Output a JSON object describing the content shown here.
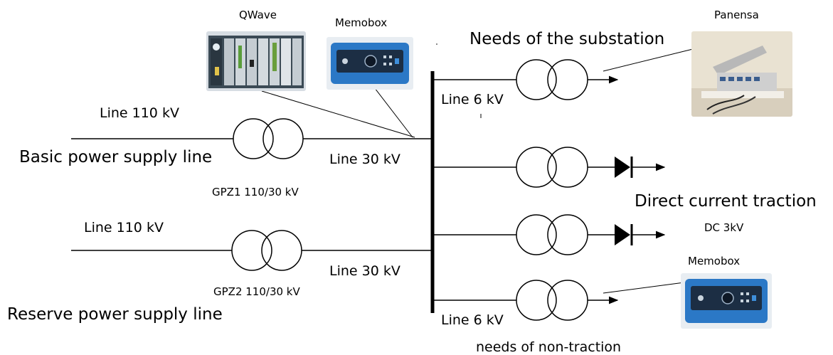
{
  "labels": {
    "qwave": "QWave",
    "memobox_top": "Memobox",
    "needs_substation": "Needs of the substation",
    "panensa": "Panensa",
    "line6_top": "Line 6 kV",
    "line110_top": "Line 110 kV",
    "basic_supply": "Basic power supply line",
    "line30_top": "Line 30 kV",
    "gpz1": "GPZ1 110/30 kV",
    "dc_traction": "Direct current traction",
    "dc_3kv": "DC 3kV",
    "line110_bottom": "Line 110 kV",
    "memobox_bottom": "Memobox",
    "line30_bottom": "Line 30 kV",
    "gpz2": "GPZ2 110/30 kV",
    "reserve_supply": "Reserve power supply line",
    "line6_bottom": "Line 6 kV",
    "needs_non_traction": "needs of non-traction"
  },
  "colors": {
    "line": "#000000",
    "memobox_body": "#2b78c6",
    "memobox_panel": "#1c2e44",
    "qwave_body": "#3b4a55",
    "panensa_bg": "#e9e2d2"
  }
}
